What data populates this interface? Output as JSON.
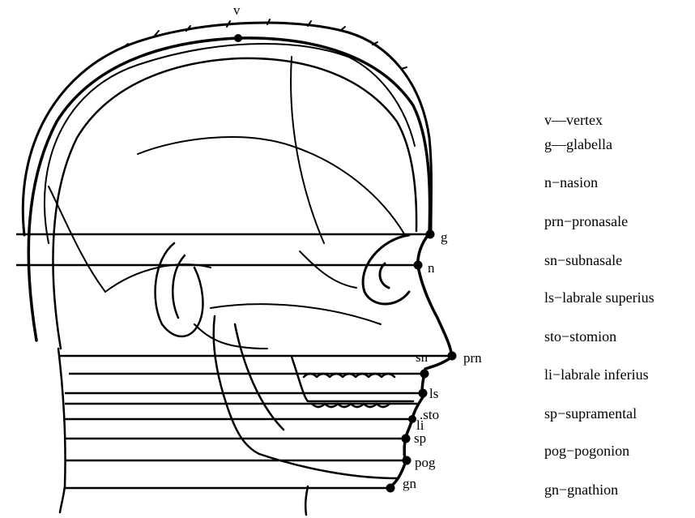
{
  "landmarks": [
    {
      "id": "v",
      "label": "v"
    },
    {
      "id": "g",
      "label": "g"
    },
    {
      "id": "n",
      "label": "n"
    },
    {
      "id": "prn",
      "label": "prn"
    },
    {
      "id": "sn",
      "label": "sn"
    },
    {
      "id": "ls",
      "label": "ls"
    },
    {
      "id": "sto",
      "label": ".sto"
    },
    {
      "id": "li",
      "label": "li"
    },
    {
      "id": "sp",
      "label": "sp"
    },
    {
      "id": "pog",
      "label": "pog"
    },
    {
      "id": "gn",
      "label": "gn"
    }
  ],
  "legend": [
    "v—vertex",
    "g—glabella",
    "n−nasion",
    "prn−pronasale",
    "sn−subnasale",
    "ls−labrale superius",
    "sto−stomion",
    "li−labrale inferius",
    "sp−supramental",
    "pog−pogonion",
    "gn−gnathion"
  ],
  "colors": {
    "ink": "#000000",
    "background": "#ffffff"
  }
}
